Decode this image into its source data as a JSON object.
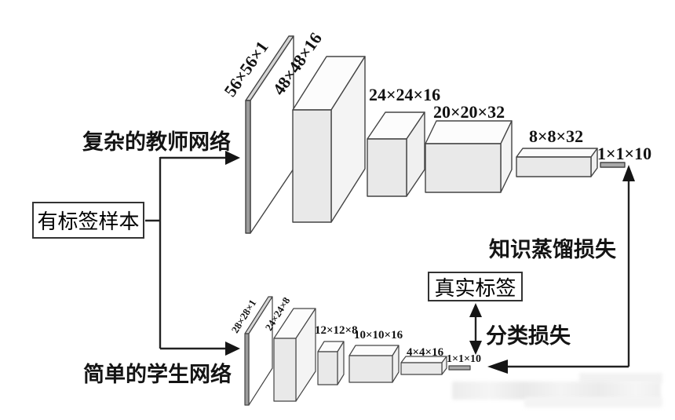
{
  "diagram": {
    "input_box": {
      "label": "有标签样本"
    },
    "teacher": {
      "name": "复杂的教师网络",
      "layers": [
        "56×56×1",
        "48×48×16",
        "24×24×16",
        "20×20×32",
        "8×8×32",
        "1×1×10"
      ]
    },
    "student": {
      "name": "简单的学生网络",
      "layers": [
        "28×28×1",
        "24×24×8",
        "12×12×8",
        "10×10×16",
        "4×4×16",
        "1×1×10"
      ]
    },
    "true_label_box": {
      "label": "真实标签"
    },
    "losses": {
      "distillation": "知识蒸馏损失",
      "classification": "分类损失"
    }
  },
  "colors": {
    "line": "#222222",
    "text": "#111111",
    "box_front": "#e9e9e9",
    "box_top": "#fcfcfc",
    "box_side": "#f4f4f4",
    "plate_edge": "#9c9c9c",
    "plate_face": "#ffffff",
    "output_bar": "#a9a9a9",
    "background": "#ffffff"
  }
}
